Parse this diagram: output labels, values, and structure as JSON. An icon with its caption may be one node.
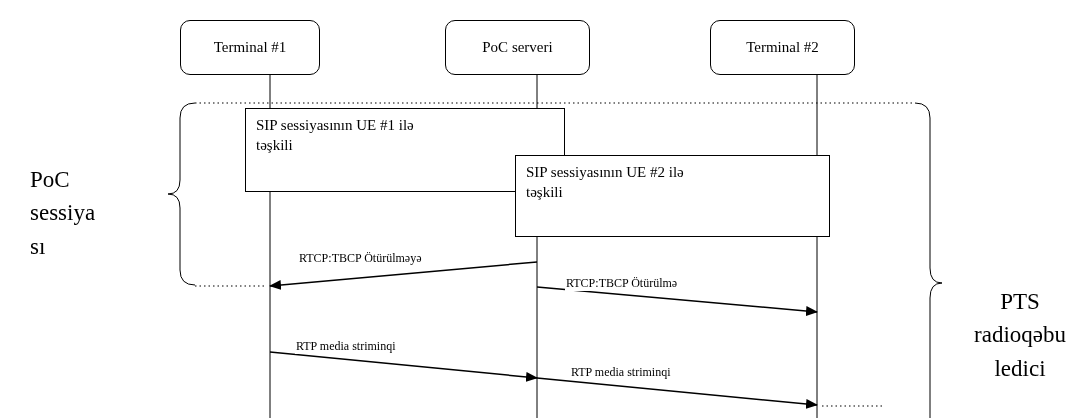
{
  "diagram": {
    "nodes": [
      {
        "text": [
          "Terminal #1"
        ]
      },
      {
        "text": [
          "PoC serveri"
        ]
      },
      {
        "text": [
          "Terminal #2"
        ]
      },
      {
        "text": [
          "SIP sessiyasının UE #1 ilə təşkili"
        ]
      },
      {
        "text": [
          "SIP sessiyasının UE #2 ilə təşkili"
        ]
      }
    ],
    "edges": [
      {
        "from": 1,
        "to": 0,
        "arrow": "to",
        "label": "RTCP:TBCP Ötürülməyə"
      },
      {
        "from": 1,
        "to": 2,
        "arrow": "to",
        "label": "RTCP:TBCP Ötürülmə"
      },
      {
        "from": 0,
        "to": 1,
        "arrow": "to",
        "label": "RTP media striminqi"
      },
      {
        "from": 1,
        "to": 2,
        "arrow": "to",
        "label": "RTP media striminqi"
      }
    ],
    "labels": [
      "PoC sessiya sı",
      "PTS radioqəbu ledici"
    ]
  }
}
